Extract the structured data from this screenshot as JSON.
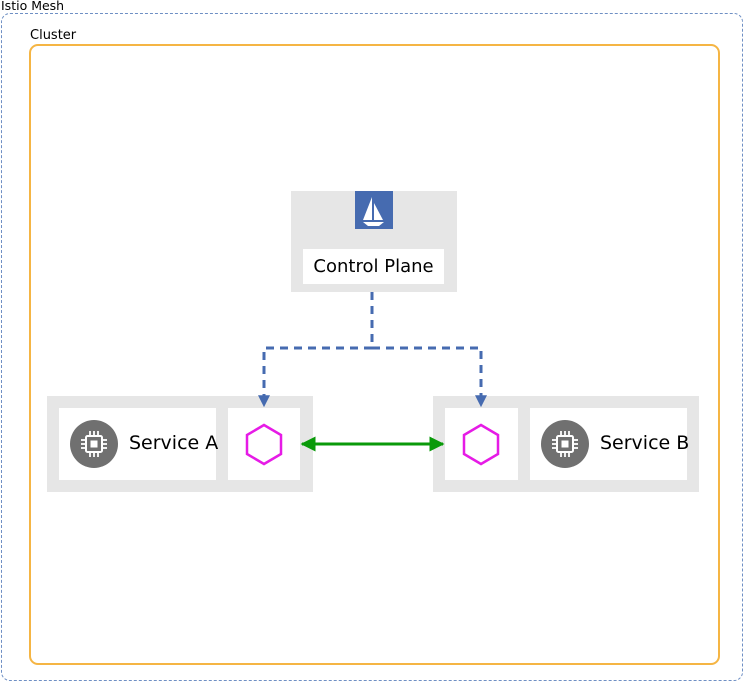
{
  "mesh": {
    "label": "Istio Mesh"
  },
  "cluster": {
    "label": "Cluster"
  },
  "control_plane": {
    "label": "Control Plane",
    "icon": "istio-sail-icon"
  },
  "service_a": {
    "label": "Service A",
    "icon": "microchip-icon",
    "proxy_icon": "hexagon-icon"
  },
  "service_b": {
    "label": "Service B",
    "icon": "microchip-icon",
    "proxy_icon": "hexagon-icon"
  },
  "colors": {
    "mesh_border": "#6e8fc4",
    "cluster_border": "#f5b544",
    "panel": "#e6e6e6",
    "istio_blue": "#466bb0",
    "control_link": "#466bb0",
    "proxy_hexagon": "#e61be6",
    "service_link": "#0a9a0a",
    "chip_circle": "#707070"
  }
}
